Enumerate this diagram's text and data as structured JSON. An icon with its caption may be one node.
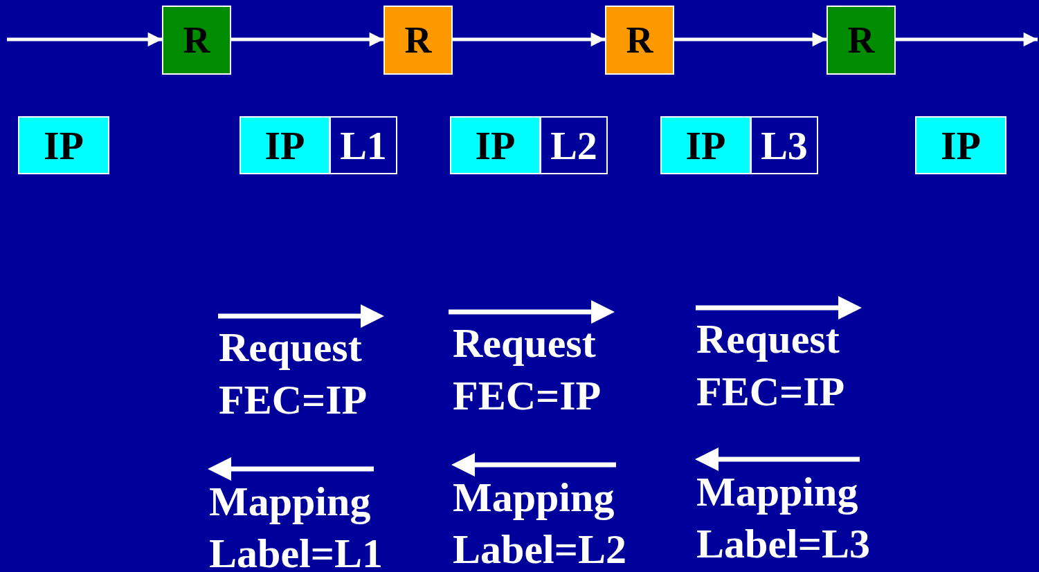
{
  "diagram": {
    "nodes": [
      {
        "text": [
          "R"
        ]
      },
      {
        "text": [
          "R"
        ]
      },
      {
        "text": [
          "R"
        ]
      },
      {
        "text": [
          "R"
        ]
      },
      {
        "text": [
          "IP"
        ]
      },
      {
        "text": [
          "IP"
        ]
      },
      {
        "text": [
          "L1"
        ]
      },
      {
        "text": [
          "IP"
        ]
      },
      {
        "text": [
          "L2"
        ]
      },
      {
        "text": [
          "IP"
        ]
      },
      {
        "text": [
          "L3"
        ]
      },
      {
        "text": [
          "IP"
        ]
      }
    ],
    "edges": [
      {
        "from": null,
        "to": 0,
        "arrow": "to"
      },
      {
        "from": 0,
        "to": 1,
        "arrow": "to"
      },
      {
        "from": 1,
        "to": 2,
        "arrow": "to"
      },
      {
        "from": 2,
        "to": 3,
        "arrow": "to"
      },
      {
        "from": 3,
        "to": null,
        "arrow": "to"
      }
    ],
    "labels": [
      "Request",
      "Request",
      "Request",
      "FEC=IP",
      "FEC=IP",
      "FEC=IP",
      "Mapping",
      "Mapping",
      "Mapping",
      "Label=L1",
      "Label=L2",
      "Label=L3"
    ]
  }
}
